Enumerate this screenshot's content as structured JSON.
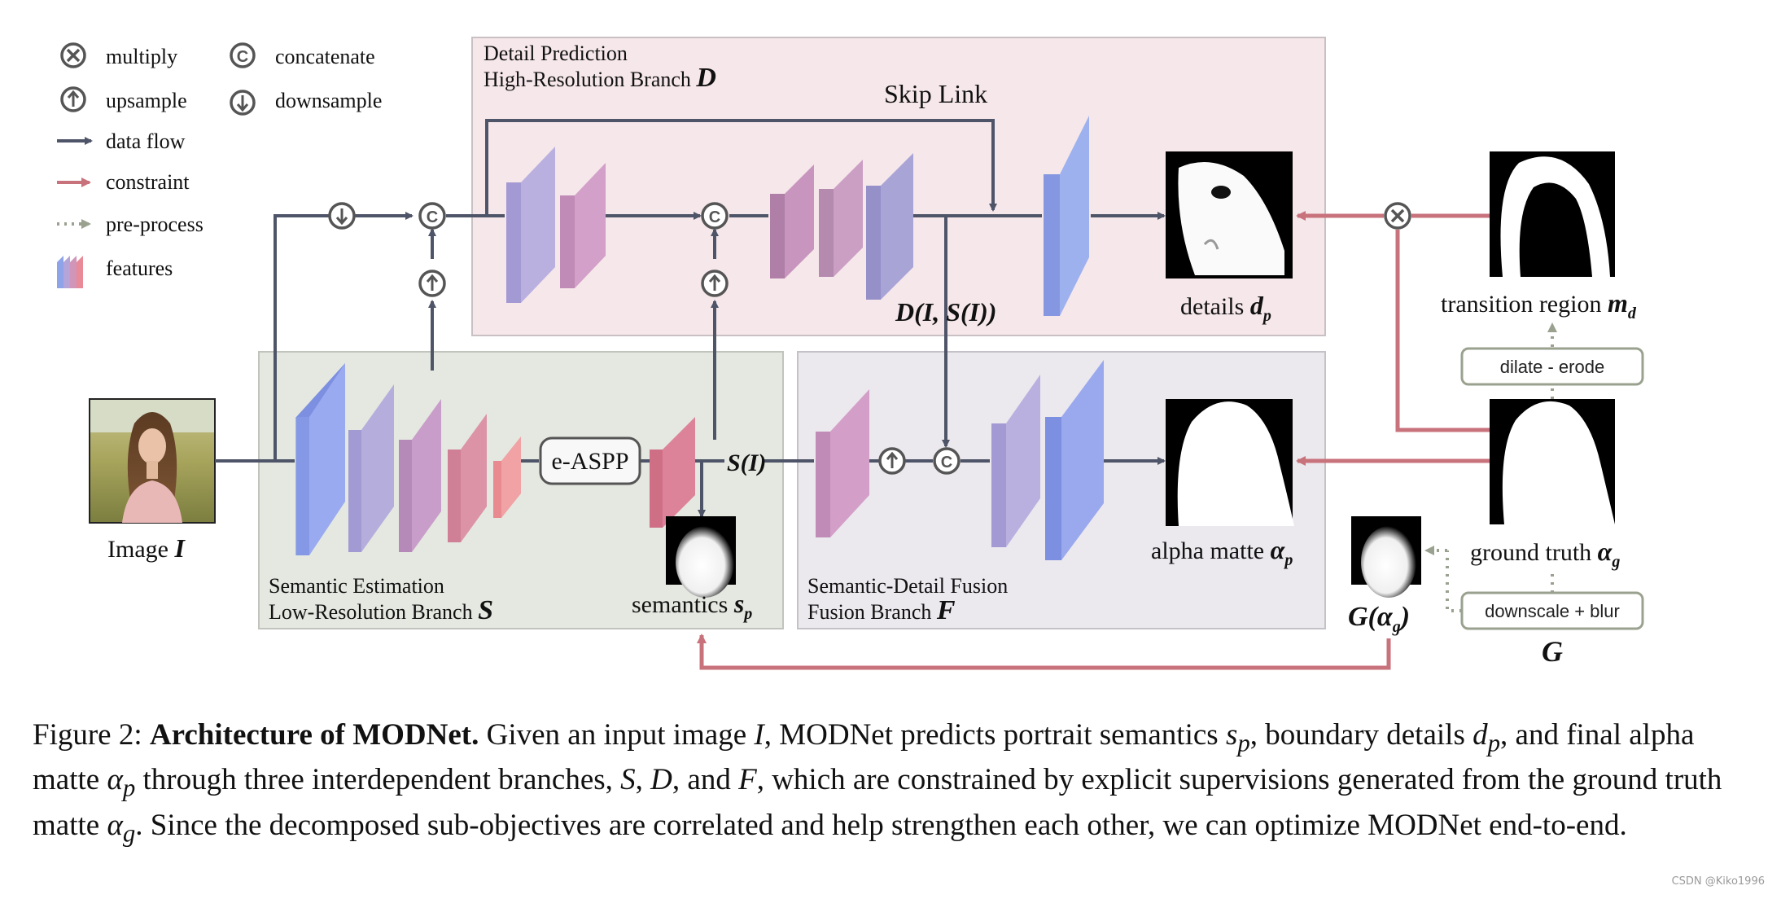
{
  "legend": {
    "multiply": "multiply",
    "upsample": "upsample",
    "data_flow": "data flow",
    "constraint": "constraint",
    "pre_process": "pre-process",
    "features": "features",
    "concatenate": "concatenate",
    "downsample": "downsample"
  },
  "branch_d": {
    "line1": "Detail Prediction",
    "line2": "High-Resolution Branch",
    "letter": "D",
    "skip": "Skip Link",
    "out": "D(I, S(I))"
  },
  "branch_s": {
    "line1": "Semantic Estimation",
    "line2": "Low-Resolution Branch",
    "letter": "S",
    "module": "e-ASPP",
    "out": "S(I)"
  },
  "branch_f": {
    "line1": "Semantic-Detail Fusion",
    "line2": "Fusion Branch",
    "letter": "F"
  },
  "labels": {
    "image": "Image",
    "image_sym": "I",
    "details": "details",
    "details_sym": "d",
    "details_sub": "p",
    "semantics": "semantics",
    "semantics_sym": "s",
    "semantics_sub": "p",
    "alpha": "alpha matte",
    "alpha_sym": "α",
    "alpha_sub": "p",
    "transition": "transition region",
    "transition_sym": "m",
    "transition_sub": "d",
    "ground_truth": "ground truth",
    "gt_sym": "α",
    "gt_sub": "g",
    "g_label": "G(α",
    "g_sub": "g",
    "g_close": ")",
    "dilate": "dilate - erode",
    "downscale": "downscale + blur",
    "g_letter": "G"
  },
  "colors": {
    "flow": "#4f5568",
    "constraint": "#c8727c",
    "preprocess": "#9aa28f",
    "d_bg": "#f6e7ea",
    "s_bg": "#e4e8e0",
    "f_bg": "#ebe8ee"
  },
  "caption": {
    "fig": "Figure 2:",
    "title": "Architecture of MODNet.",
    "p1": "Given an input image",
    "I": "I",
    "p2": ", MODNet predicts portrait semantics",
    "sp": "s",
    "sp_sub": "p",
    "p3": ", boundary details",
    "dp": "d",
    "dp_sub": "p",
    "p4": ", and final alpha matte",
    "ap": "α",
    "ap_sub": "p",
    "p5": "through three interdependent branches,",
    "S": "S",
    "comma1": ",",
    "D": "D",
    "p6": ", and",
    "F": "F",
    "p7": ", which are constrained by explicit supervisions generated from the ground truth matte",
    "ag": "α",
    "ag_sub": "g",
    "p8": ". Since the decomposed sub-objectives are correlated and help strengthen each other, we can optimize MODNet end-to-end."
  },
  "watermark": "CSDN @Kiko1996"
}
